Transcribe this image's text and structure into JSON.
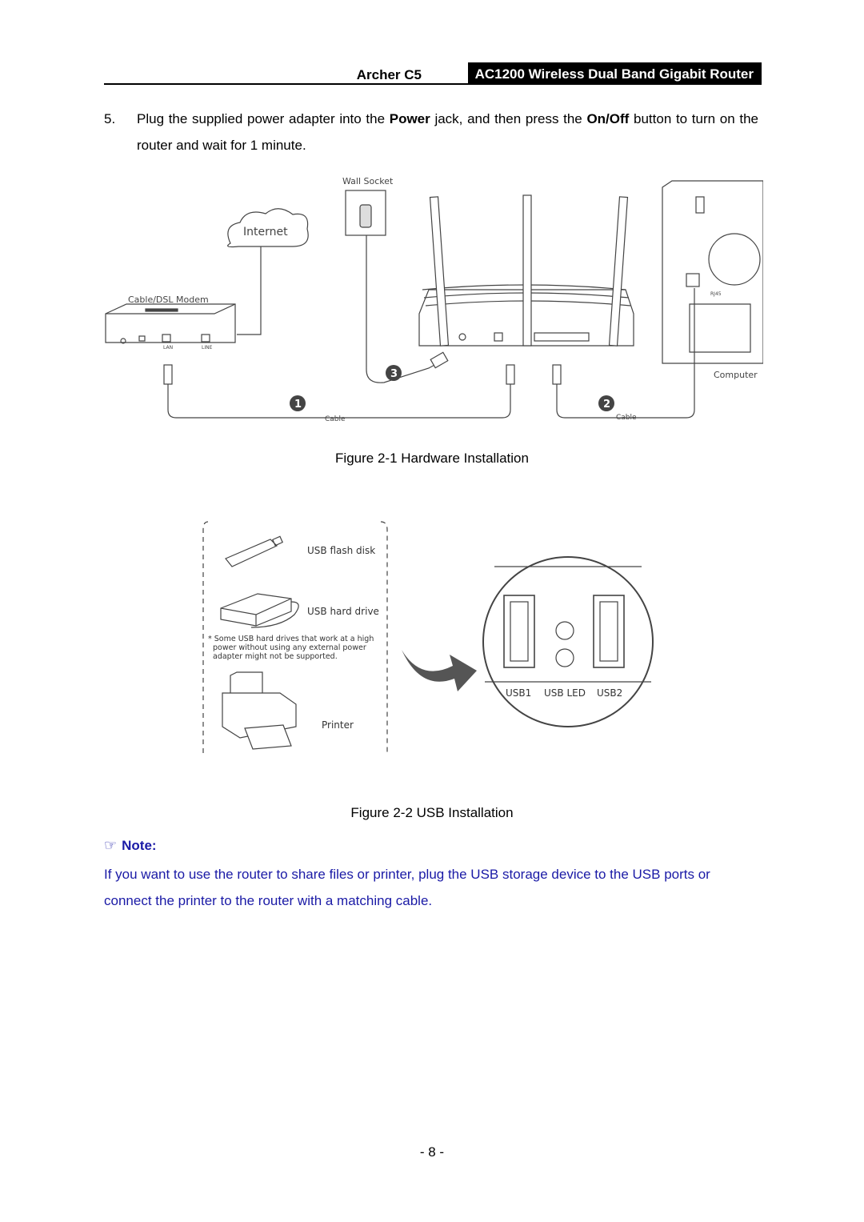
{
  "header": {
    "model": "Archer C5",
    "product": "AC1200 Wireless Dual Band Gigabit Router"
  },
  "step": {
    "number": "5.",
    "text_a": "Plug the supplied power adapter into the ",
    "power": "Power",
    "text_b": " jack, and then press the ",
    "onoff": "On/Off",
    "text_c": " button to turn on the router and wait for 1 minute."
  },
  "figure1": {
    "caption": "Figure 2-1 Hardware Installation",
    "labels": {
      "wall_socket": "Wall Socket",
      "internet": "Internet",
      "modem": "Cable/DSL Modem",
      "lan": "LAN",
      "line": "LINE",
      "computer": "Computer",
      "rj45": "RJ45",
      "cable": "Cable",
      "step1": "1",
      "step2": "2",
      "step3": "3"
    }
  },
  "figure2": {
    "caption": "Figure 2-2 USB Installation",
    "labels": {
      "flash_disk": "USB flash disk",
      "hard_drive": "USB hard drive",
      "hdd_note_1": "* Some USB hard drives that work at a high",
      "hdd_note_2": "power without using any external power",
      "hdd_note_3": "adapter might not be supported.",
      "printer": "Printer",
      "usb1": "USB1",
      "usb_led": "USB LED",
      "usb2": "USB2"
    }
  },
  "note": {
    "title": "Note:",
    "icon": "pointing-hand-icon",
    "body": "If you want to use the router to share files or printer, plug the USB storage device to the USB ports or connect the printer to the router with a matching cable."
  },
  "page_number": "- 8 -"
}
